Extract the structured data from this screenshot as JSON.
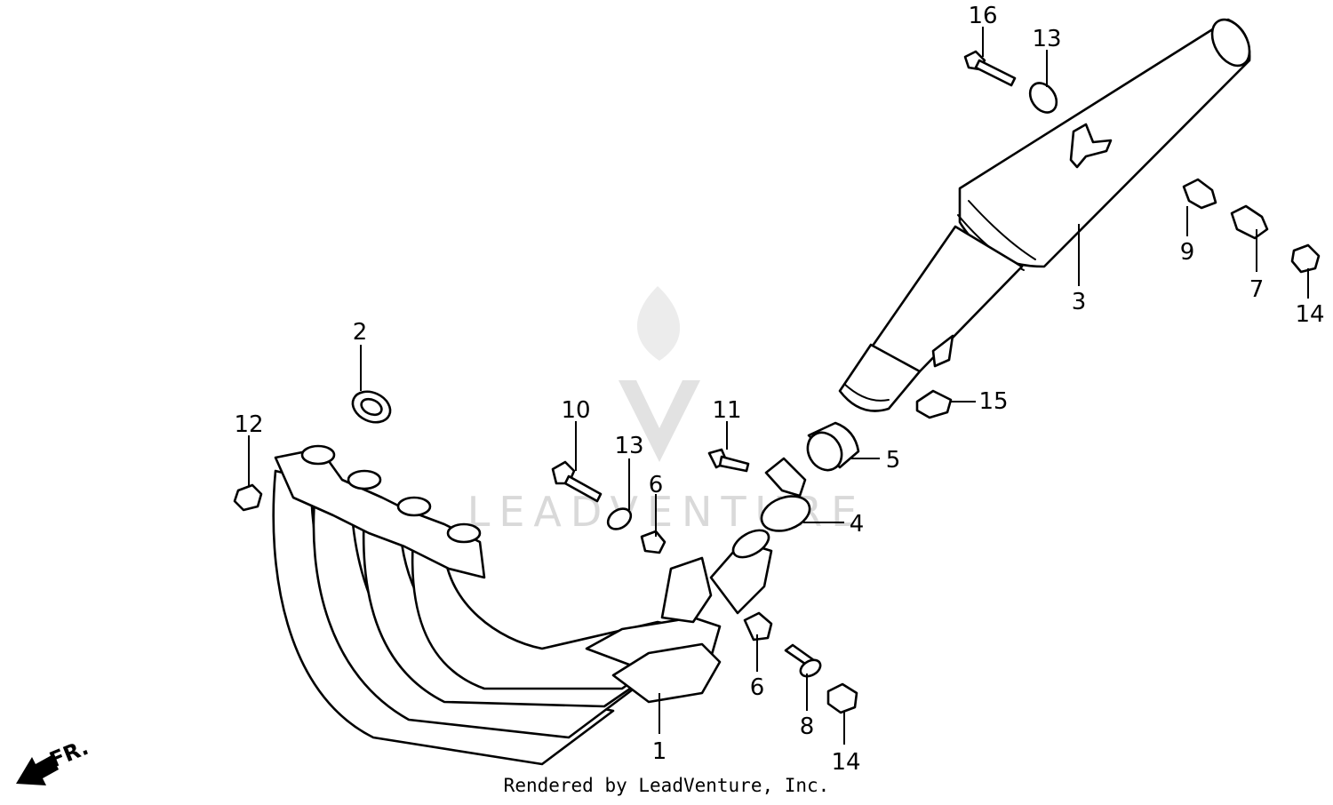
{
  "watermark": {
    "brand": "LEADVENTURE"
  },
  "footer": {
    "text": "Rendered by LeadVenture, Inc."
  },
  "direction": {
    "label": "FR."
  },
  "callouts": [
    {
      "id": "c16",
      "text": "16"
    },
    {
      "id": "c13a",
      "text": "13"
    },
    {
      "id": "c9",
      "text": "9"
    },
    {
      "id": "c7",
      "text": "7"
    },
    {
      "id": "c14a",
      "text": "14"
    },
    {
      "id": "c3",
      "text": "3"
    },
    {
      "id": "c2",
      "text": "2"
    },
    {
      "id": "c15",
      "text": "15"
    },
    {
      "id": "c12",
      "text": "12"
    },
    {
      "id": "c10",
      "text": "10"
    },
    {
      "id": "c11",
      "text": "11"
    },
    {
      "id": "c13b",
      "text": "13"
    },
    {
      "id": "c5",
      "text": "5"
    },
    {
      "id": "c6a",
      "text": "6"
    },
    {
      "id": "c4",
      "text": "4"
    },
    {
      "id": "c6b",
      "text": "6"
    },
    {
      "id": "c8",
      "text": "8"
    },
    {
      "id": "c14b",
      "text": "14"
    },
    {
      "id": "c1",
      "text": "1"
    }
  ],
  "colors": {
    "line": "#000000",
    "background": "#ffffff",
    "watermark": "#d9d9d9"
  }
}
